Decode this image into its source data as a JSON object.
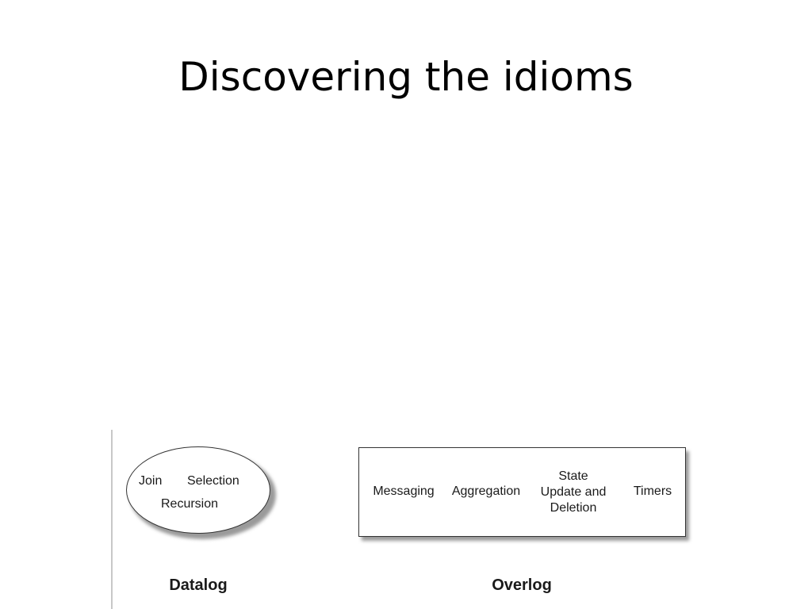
{
  "title": "Discovering the idioms",
  "diagram": {
    "datalog": {
      "caption": "Datalog",
      "items": [
        "Join",
        "Selection",
        "Recursion"
      ]
    },
    "overlog": {
      "caption": "Overlog",
      "items": [
        "Messaging",
        "Aggregation",
        "State Update and Deletion",
        "Timers"
      ],
      "state_lines": [
        "State",
        "Update and",
        "Deletion"
      ]
    }
  }
}
